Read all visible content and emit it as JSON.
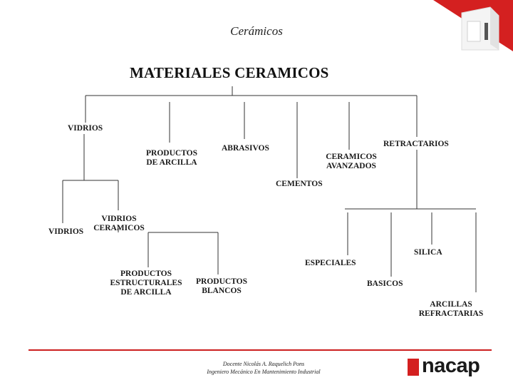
{
  "header": {
    "title": "Cerámicos"
  },
  "diagram": {
    "title": "MATERIALES CERAMICOS",
    "nodes": {
      "vidrios": "VIDRIOS",
      "productos_arcilla_1": "PRODUCTOS",
      "productos_arcilla_2": "DE ARCILLA",
      "abrasivos": "ABRASIVOS",
      "cementos": "CEMENTOS",
      "ceramicos_avanzados_1": "CERAMICOS",
      "ceramicos_avanzados_2": "AVANZADOS",
      "refractarios": "RETRACTARIOS",
      "vidrios_sub": "VIDRIOS",
      "vidrios_ceramicos_1": "VIDRIOS",
      "vidrios_ceramicos_2": "CERAMICOS",
      "estructurales_1": "PRODUCTOS",
      "estructurales_2": "ESTRUCTURALES",
      "estructurales_3": "DE ARCILLA",
      "blancos_1": "PRODUCTOS",
      "blancos_2": "BLANCOS",
      "especiales": "ESPECIALES",
      "basicos": "BASICOS",
      "silica": "SILICA",
      "arcillas_refractarias_1": "ARCILLAS",
      "arcillas_refractarias_2": "REFRACTARIAS"
    }
  },
  "footer": {
    "line1": "Docente Nicolás A. Raquelich Pons",
    "line2": "Ingeniero Mecánico En Mantenimiento Industrial",
    "logo_text": "nacap",
    "accent_color": "#cc1f1f"
  }
}
